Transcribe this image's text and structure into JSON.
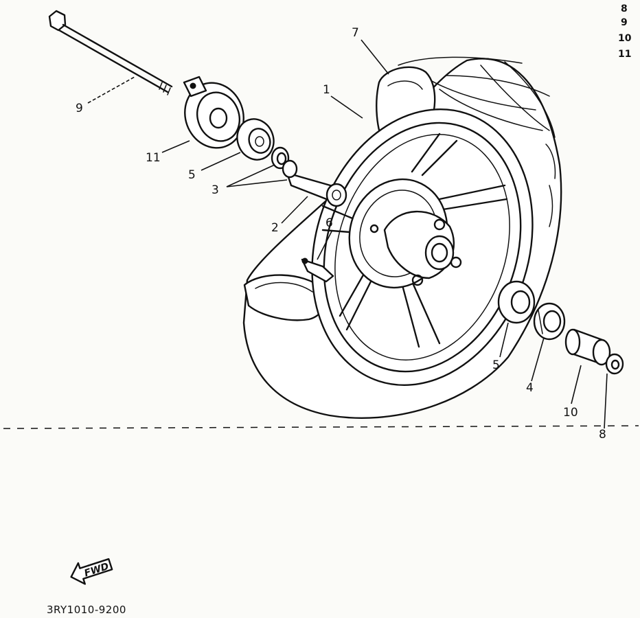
{
  "side_index": [
    "8",
    "9",
    "10",
    "11"
  ],
  "callouts": {
    "c1": "1",
    "c2": "2",
    "c3": "3",
    "c4": "4",
    "c5a": "5",
    "c5b": "5",
    "c6": "6",
    "c7": "7",
    "c8": "8",
    "c9": "9",
    "c10": "10",
    "c11": "11"
  },
  "fwd_label": "FWD",
  "part_code": "3RY1010-9200"
}
